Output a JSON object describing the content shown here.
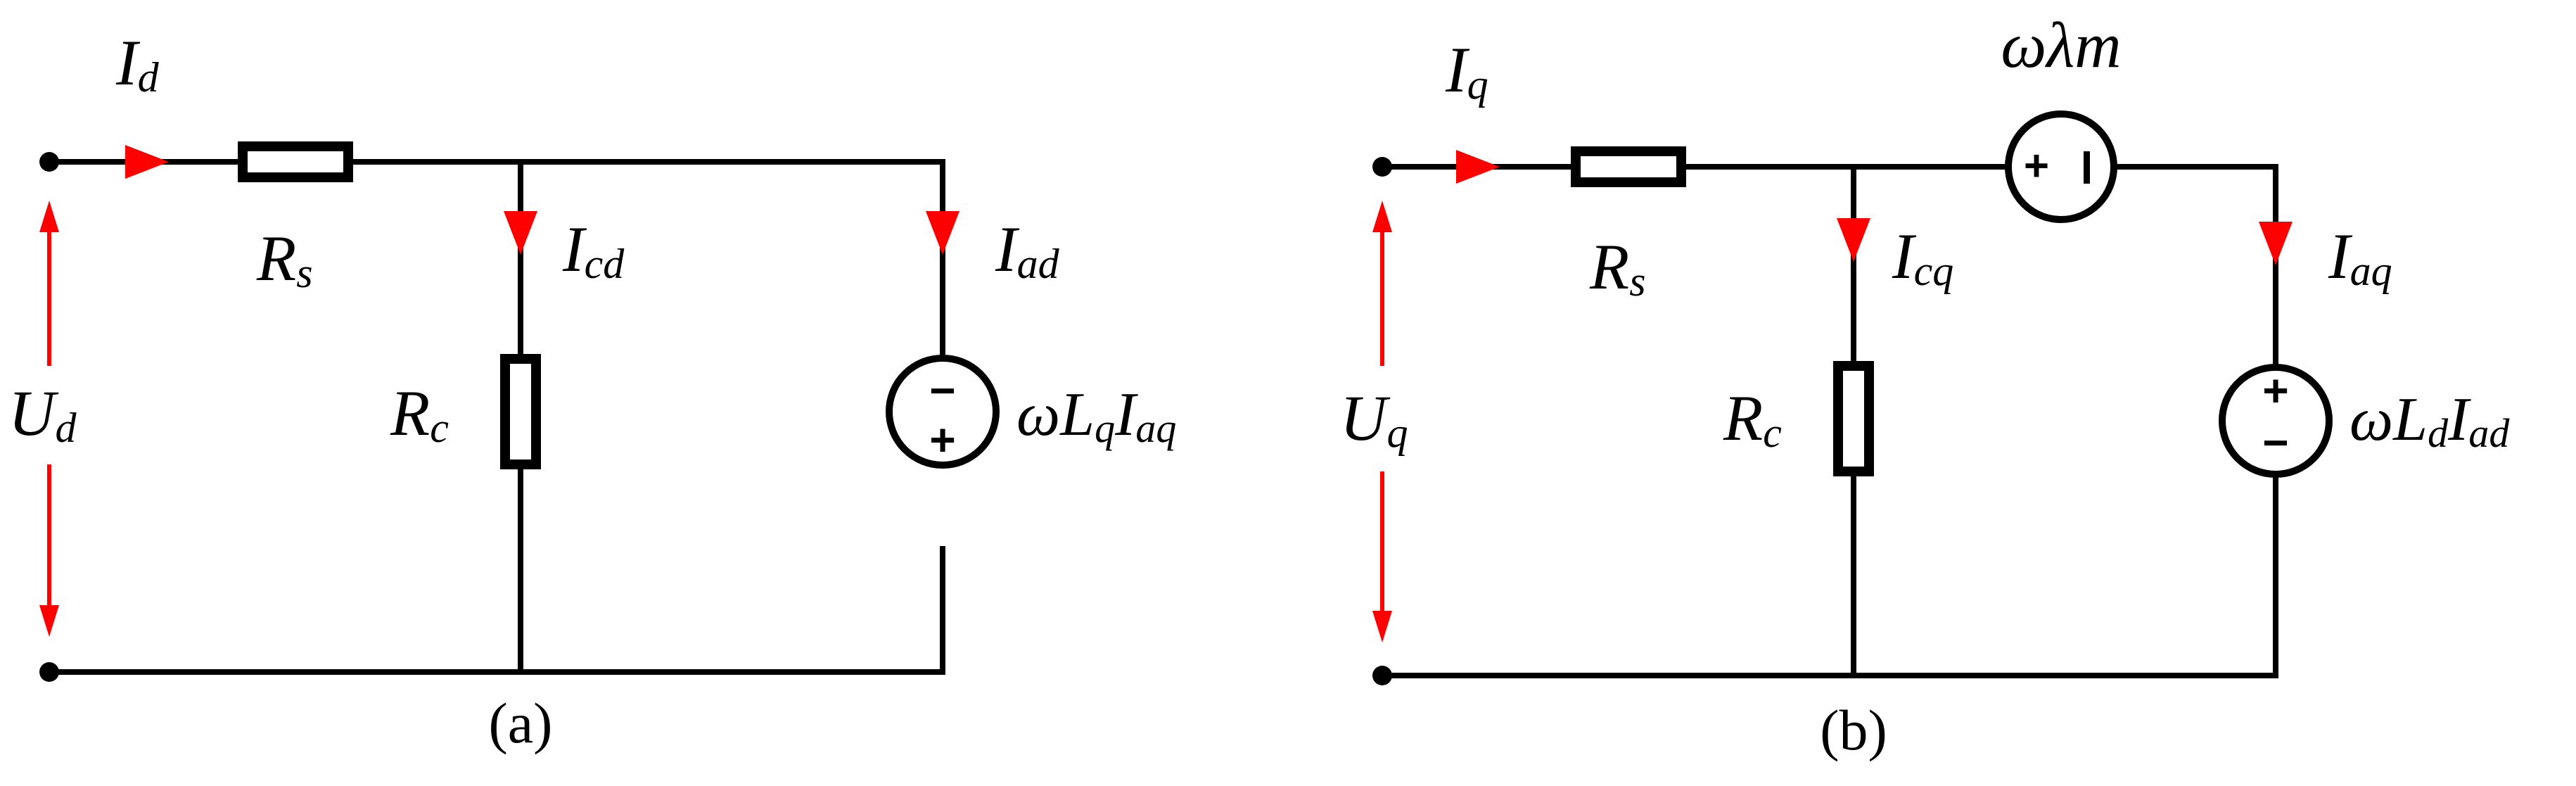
{
  "circuit_a": {
    "current_in": {
      "main": "I",
      "sub": "d"
    },
    "voltage": {
      "main": "U",
      "sub": "d"
    },
    "series_resistor": {
      "main": "R",
      "sub": "s"
    },
    "shunt_resistor": {
      "main": "R",
      "sub": "c"
    },
    "shunt_current": {
      "main": "I",
      "sub": "cd"
    },
    "source_current": {
      "main": "I",
      "sub": "ad"
    },
    "source": {
      "p1": "ωL",
      "s1": "q",
      "p2": "I",
      "s2": "aq",
      "top_sign": "−",
      "bottom_sign": "+"
    },
    "caption": "(a)"
  },
  "circuit_b": {
    "current_in": {
      "main": "I",
      "sub": "q"
    },
    "voltage": {
      "main": "U",
      "sub": "q"
    },
    "series_resistor": {
      "main": "R",
      "sub": "s"
    },
    "shunt_resistor": {
      "main": "R",
      "sub": "c"
    },
    "shunt_current": {
      "main": "I",
      "sub": "cq"
    },
    "source_current": {
      "main": "I",
      "sub": "aq"
    },
    "series_source": {
      "label": "ωλm",
      "left_sign": "+",
      "right_sign": "−"
    },
    "source": {
      "p1": "ωL",
      "s1": "d",
      "p2": "I",
      "s2": "ad",
      "top_sign": "+",
      "bottom_sign": "−"
    },
    "caption": "(b)"
  },
  "colors": {
    "wire": "#000000",
    "arrow": "#ff0000"
  }
}
